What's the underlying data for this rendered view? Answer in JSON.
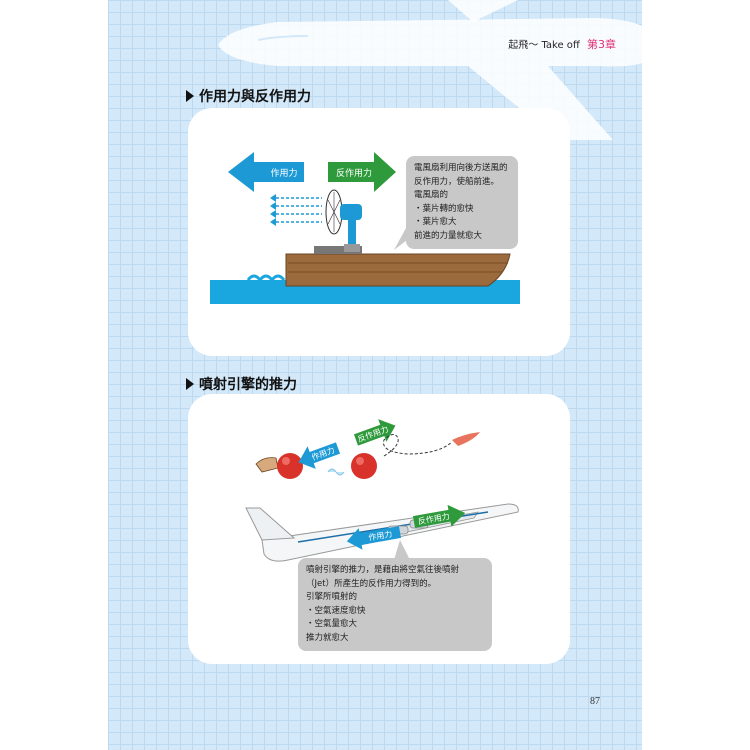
{
  "header": {
    "chapter_title": "起飛～ Take off",
    "chapter_number": "第3章"
  },
  "section1": {
    "title": "作用力與反作用力",
    "arrow_action": "作用力",
    "arrow_reaction": "反作用力",
    "bubble_lines": [
      "電風扇利用向後方送風的",
      "反作用力，使船前進。",
      "電風扇的",
      "・葉片轉的愈快",
      "・葉片愈大",
      "前進的力量就愈大"
    ]
  },
  "section2": {
    "title": "噴射引擎的推力",
    "arrow_action": "作用力",
    "arrow_reaction": "反作用力",
    "bubble_lines": [
      "噴射引擎的推力，是藉由將空氣往後噴射",
      "（Jet）所產生的反作用力得到的。",
      "引擎所噴射的",
      "・空氣速度愈快",
      "・空氣量愈大",
      "推力就愈大"
    ]
  },
  "page_number": "87",
  "colors": {
    "background_grid": "#d3e8f8",
    "arrow_blue": "#1d9ad6",
    "arrow_green": "#2f9a3c",
    "water": "#1aa7df",
    "boat": "#9b6b3e",
    "balloon": "#d9322a",
    "chapter_accent": "#e0307a"
  }
}
